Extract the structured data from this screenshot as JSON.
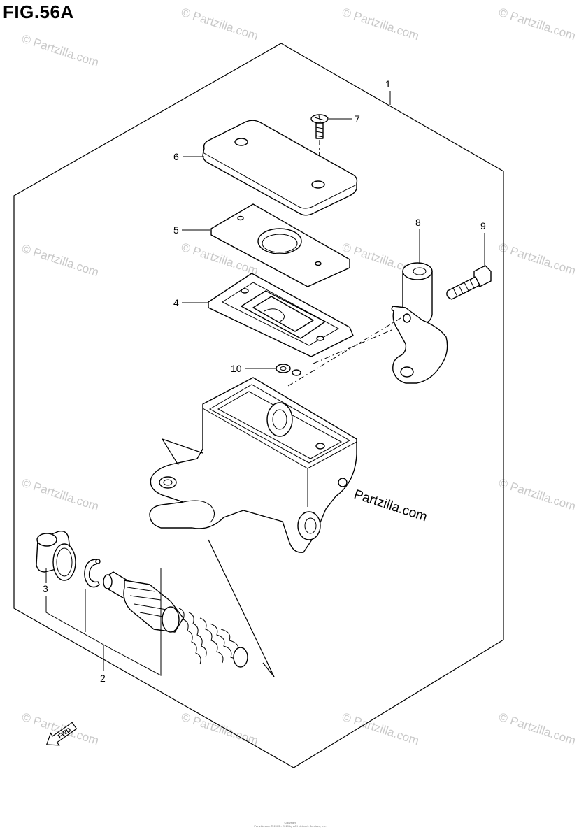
{
  "figure_title": "FIG.56A",
  "callouts": {
    "c1": "1",
    "c2": "2",
    "c3": "3",
    "c4": "4",
    "c5": "5",
    "c6": "6",
    "c7": "7",
    "c8": "8",
    "c9": "9",
    "c10": "10"
  },
  "watermark": {
    "short": "© Partzilla.com",
    "main": "Partzilla.com"
  },
  "fwd_label": "FWD",
  "copyright": {
    "line1": "Copyright",
    "line2": "Partzilla.com © 2003 - 2019 by ARI Network Services, Inc."
  }
}
